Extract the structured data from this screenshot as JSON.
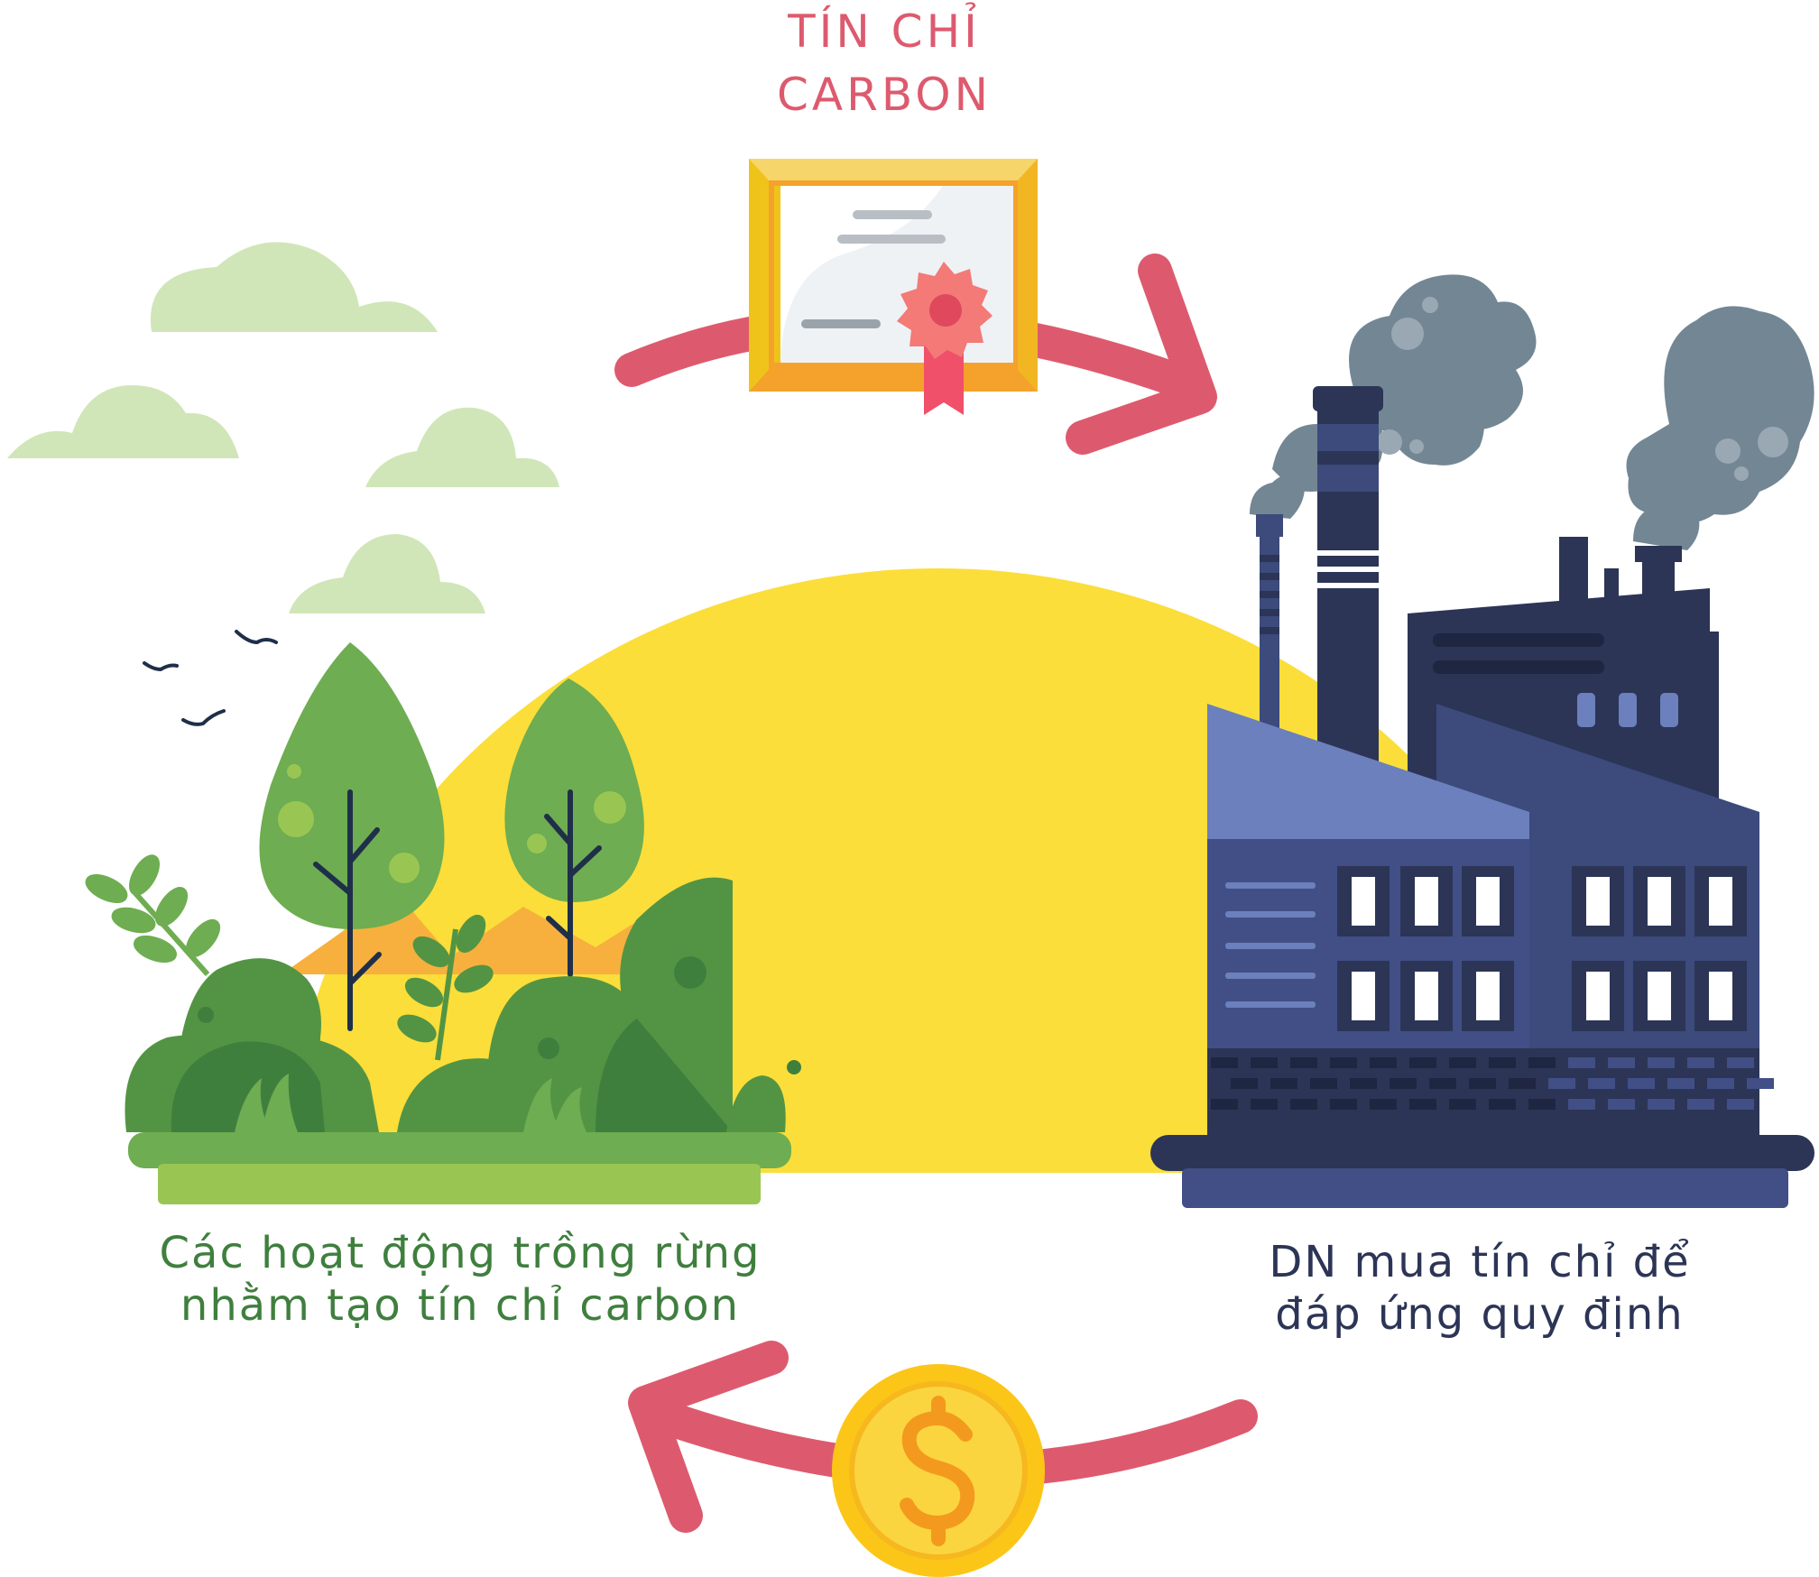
{
  "title": {
    "line1": "TÍN CHỈ",
    "line2": "CARBON"
  },
  "left_caption": {
    "line1": "Các hoạt động trồng rừng",
    "line2": "nhằm tạo tín chỉ carbon"
  },
  "right_caption": {
    "line1": "DN mua tín chỉ để",
    "line2": "đáp ứng quy định"
  },
  "colors": {
    "arrow": "#dd5a6e",
    "sun": "#fbde3a",
    "forest_dark": "#3f7f3e",
    "forest_mid": "#539444",
    "forest_light": "#6ead51",
    "cloud": "#d0e6b8",
    "factory_dark": "#2c3556",
    "factory_mid": "#3c4a7c",
    "factory_light": "#6b80bc",
    "smoke": "#738694",
    "coin": "#fbc617",
    "certificate_frame": "#f0c31a"
  },
  "icons": [
    "certificate-icon",
    "coin-dollar-icon",
    "factory-icon",
    "forest-icon",
    "cloud-icon",
    "bird-icon",
    "smoke-icon",
    "sun-icon"
  ]
}
